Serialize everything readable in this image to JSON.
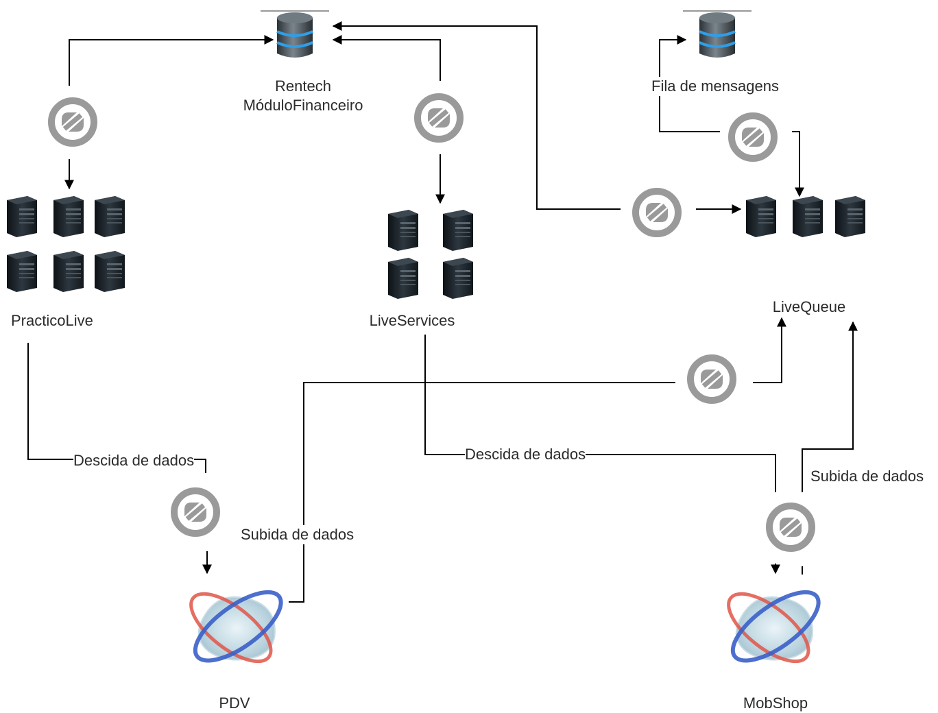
{
  "nodes": {
    "rentech": {
      "line1": "Rentech",
      "line2": "MóduloFinanceiro",
      "icon": "database-icon"
    },
    "fila": {
      "label": "Fila de mensagens",
      "icon": "database-icon"
    },
    "practicolive": {
      "label": "PracticoLive",
      "icon": "server-cluster-icon"
    },
    "liveservices": {
      "label": "LiveServices",
      "icon": "server-cluster-icon"
    },
    "livequeue": {
      "label": "LiveQueue",
      "icon": "server-cluster-icon"
    },
    "pdv": {
      "label": "PDV",
      "icon": "globe-logo-icon"
    },
    "mobshop": {
      "label": "MobShop",
      "icon": "globe-logo-icon"
    }
  },
  "edge_labels": {
    "practico_descida": "Descida de dados",
    "pdv_subida": "Subida de dados",
    "liveservices_descida": "Descida de dados",
    "mobshop_subida": "Subida de dados"
  },
  "colors": {
    "line": "#000000",
    "connector_icon": "#9a9a9a",
    "server_dark": "#1c2329",
    "db_blue": "#3a8fd0",
    "orbit_red": "#e05548",
    "orbit_blue": "#3a5fc8"
  }
}
